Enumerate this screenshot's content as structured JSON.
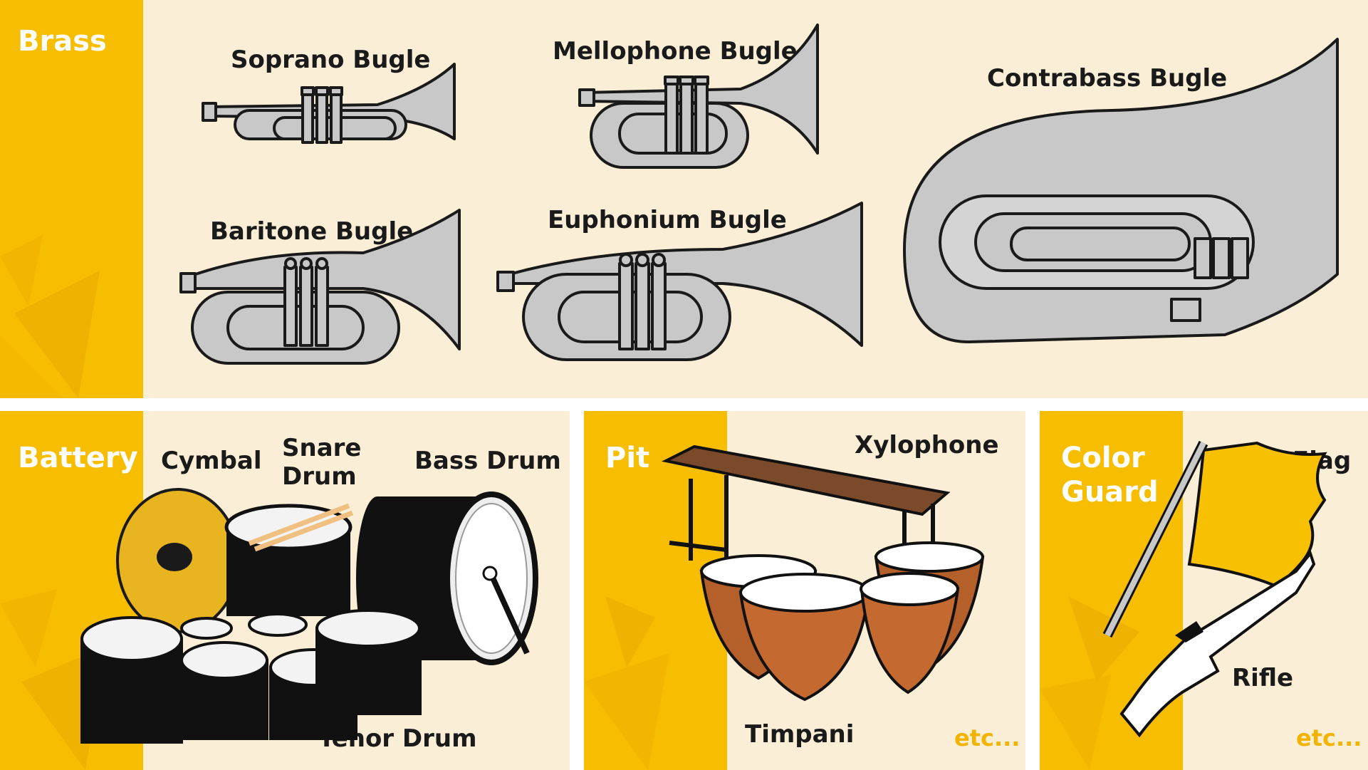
{
  "colors": {
    "accent_yellow": "#f7bd00",
    "panel_bg": "#faeed6",
    "brass_gray": "#c8c8c8",
    "outline": "#1a1a1a",
    "wood": "#7a4a2a",
    "copper": "#b5602a",
    "etc_color": "#f2b400"
  },
  "brass": {
    "title": "Brass",
    "instruments": [
      {
        "label": "Soprano Bugle",
        "icon": "soprano-bugle-icon"
      },
      {
        "label": "Mellophone Bugle",
        "icon": "mellophone-bugle-icon"
      },
      {
        "label": "Contrabass Bugle",
        "icon": "contrabass-bugle-icon"
      },
      {
        "label": "Baritone Bugle",
        "icon": "baritone-bugle-icon"
      },
      {
        "label": "Euphonium Bugle",
        "icon": "euphonium-bugle-icon"
      }
    ]
  },
  "battery": {
    "title": "Battery",
    "instruments": [
      {
        "label": "Cymbal",
        "icon": "cymbal-icon"
      },
      {
        "label": "Snare\nDrum",
        "icon": "snare-drum-icon"
      },
      {
        "label": "Bass Drum",
        "icon": "bass-drum-icon"
      },
      {
        "label": "Tenor Drum",
        "icon": "tenor-drum-icon"
      }
    ]
  },
  "pit": {
    "title": "Pit",
    "instruments": [
      {
        "label": "Xylophone",
        "icon": "xylophone-icon"
      },
      {
        "label": "Timpani",
        "icon": "timpani-icon"
      }
    ],
    "etc": "etc..."
  },
  "color_guard": {
    "title": "Color\nGuard",
    "instruments": [
      {
        "label": "Flag",
        "icon": "flag-icon"
      },
      {
        "label": "Rifle",
        "icon": "rifle-icon"
      }
    ],
    "etc": "etc..."
  }
}
